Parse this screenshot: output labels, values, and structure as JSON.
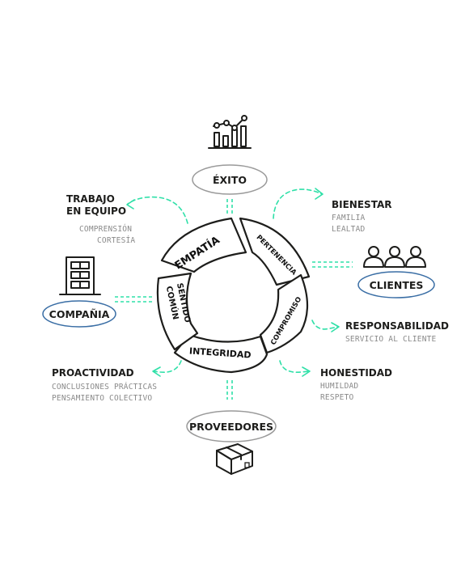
{
  "colors": {
    "accent": "#2fe0a8",
    "outline": "#1d1d1b",
    "blue_ellipse": "#3a6ea5",
    "gray_ellipse": "#9a9a9a",
    "note_text": "#8a8a8a"
  },
  "wheel": {
    "segments": [
      "EMPATÍA",
      "PERTENENCIA",
      "COMPROMISO",
      "INTEGRIDAD",
      "SENTIDO",
      "COMÚN"
    ]
  },
  "nodes": {
    "exito": {
      "label": "ÉXITO",
      "icon": "chart-icon"
    },
    "proveedores": {
      "label": "PROVEEDORES",
      "icon": "box-icon"
    },
    "clientes": {
      "label": "CLIENTES",
      "icon": "people-icon"
    },
    "compania": {
      "label": "COMPAÑIA",
      "icon": "building-icon"
    }
  },
  "values": {
    "trabajo": {
      "title_1": "TRABAJO",
      "title_2": "EN EQUIPO",
      "notes": [
        "COMPRENSIÓN",
        "CORTESÍA"
      ]
    },
    "bienestar": {
      "title": "BIENESTAR",
      "notes": [
        "FAMILIA",
        "LEALTAD"
      ]
    },
    "responsabilidad": {
      "title": "RESPONSABILIDAD",
      "notes": [
        "SERVICIO AL CLIENTE"
      ]
    },
    "honestidad": {
      "title": "HONESTIDAD",
      "notes": [
        "HUMILDAD",
        "RESPETO"
      ]
    },
    "proactividad": {
      "title": "PROACTIVIDAD",
      "notes": [
        "CONCLUSIONES PRÁCTICAS",
        "PENSAMIENTO COLECTIVO"
      ]
    }
  }
}
